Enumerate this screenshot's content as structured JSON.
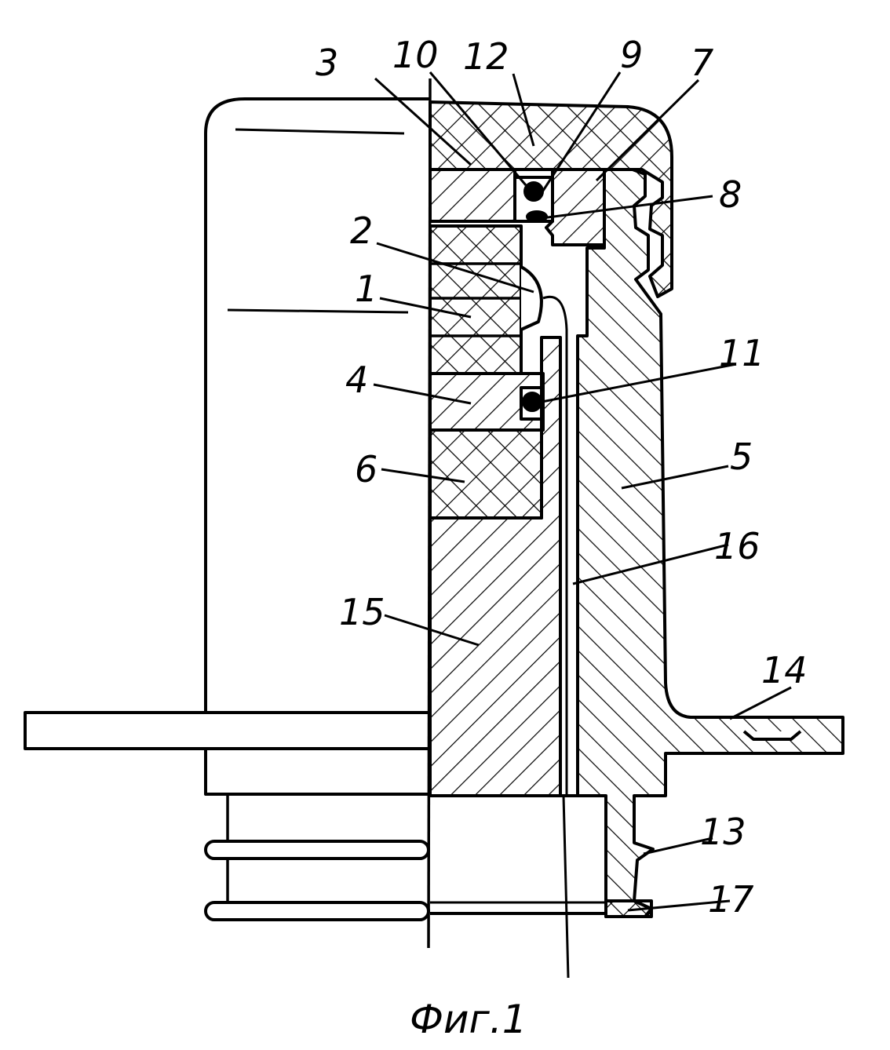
{
  "figure": {
    "caption": "Фиг.1",
    "callouts": [
      "3",
      "10",
      "12",
      "9",
      "7",
      "8",
      "2",
      "1",
      "11",
      "4",
      "5",
      "6",
      "16",
      "15",
      "14",
      "13",
      "17"
    ]
  },
  "colors": {
    "line": "#000000",
    "background": "#ffffff"
  }
}
